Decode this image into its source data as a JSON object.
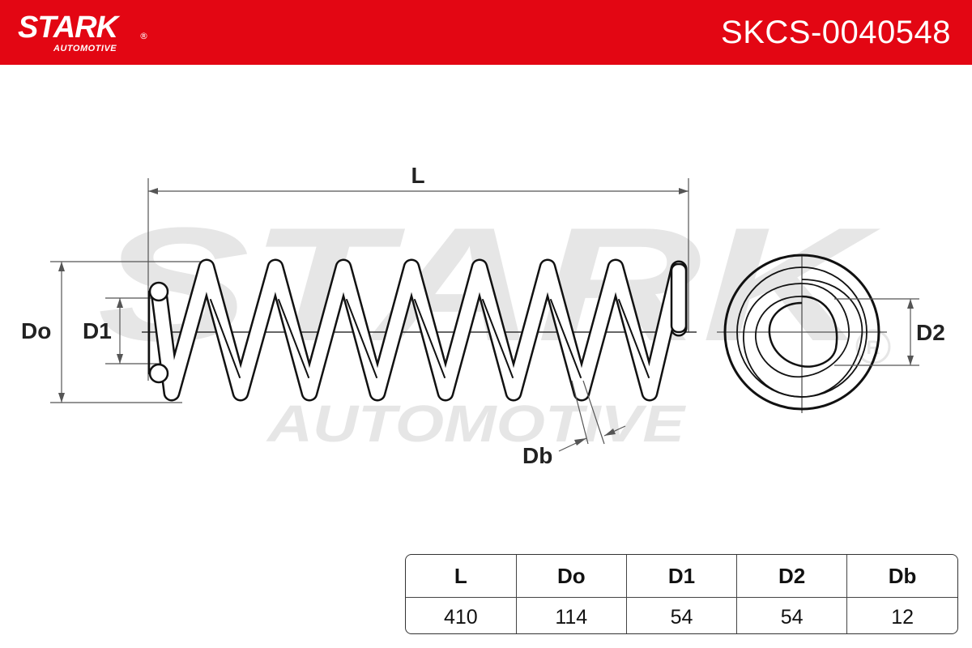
{
  "header": {
    "logo_text": "STARK",
    "logo_registered": "®",
    "logo_subtext": "AUTOMOTIVE",
    "part_number": "SKCS-0040548",
    "background_color": "#e30613"
  },
  "watermark": {
    "brand": "STARK",
    "subtext": "AUTOMOTIVE",
    "registered": "®",
    "color": "#e6e6e6"
  },
  "diagram": {
    "labels": {
      "length": "L",
      "outer_diameter": "Do",
      "inner_diameter_1": "D1",
      "inner_diameter_2": "D2",
      "wire_diameter": "Db"
    }
  },
  "specs": {
    "headers": [
      "L",
      "Do",
      "D1",
      "D2",
      "Db"
    ],
    "values": [
      "410",
      "114",
      "54",
      "54",
      "12"
    ]
  }
}
